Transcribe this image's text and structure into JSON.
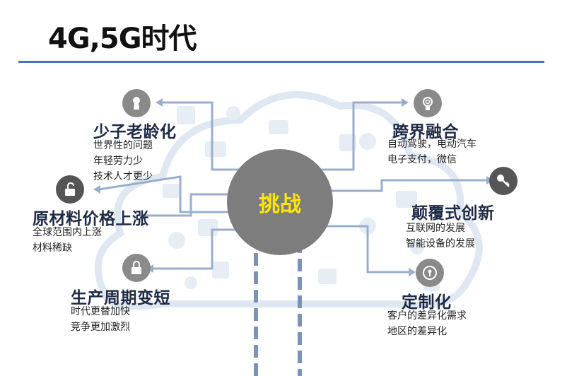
{
  "title": "4G,5G时代",
  "center_label": "挑战",
  "left": [
    {
      "heading": "少子老龄化",
      "lines": [
        "世界性的问题",
        "年轻劳力少",
        "技术人才更少"
      ],
      "icon": "keyhole-icon"
    },
    {
      "heading": "原材料价格上涨",
      "lines": [
        "全球范围内上涨",
        "材料稀缺"
      ],
      "icon": "unlock-icon"
    },
    {
      "heading": "生产周期变短",
      "lines": [
        "时代更替加快",
        "竞争更加激烈"
      ],
      "icon": "lock-icon"
    }
  ],
  "right": [
    {
      "heading": "跨界融合",
      "lines": [
        "自动驾驶，电动汽车",
        "电子支付，微信"
      ],
      "icon": "fingerprint-lock-icon"
    },
    {
      "heading": "颠覆式创新",
      "lines": [
        "互联网的发展",
        "智能设备的发展"
      ],
      "icon": "key-icon"
    },
    {
      "heading": "定制化",
      "lines": [
        "客户的差异化需求",
        "地区的差异化"
      ],
      "icon": "keyhole-lock-icon"
    }
  ],
  "colors": {
    "accent": "#4a72b8",
    "center_fill": "#7d7d7d",
    "center_text": "#ffe700",
    "connector": "#9aaecb"
  }
}
